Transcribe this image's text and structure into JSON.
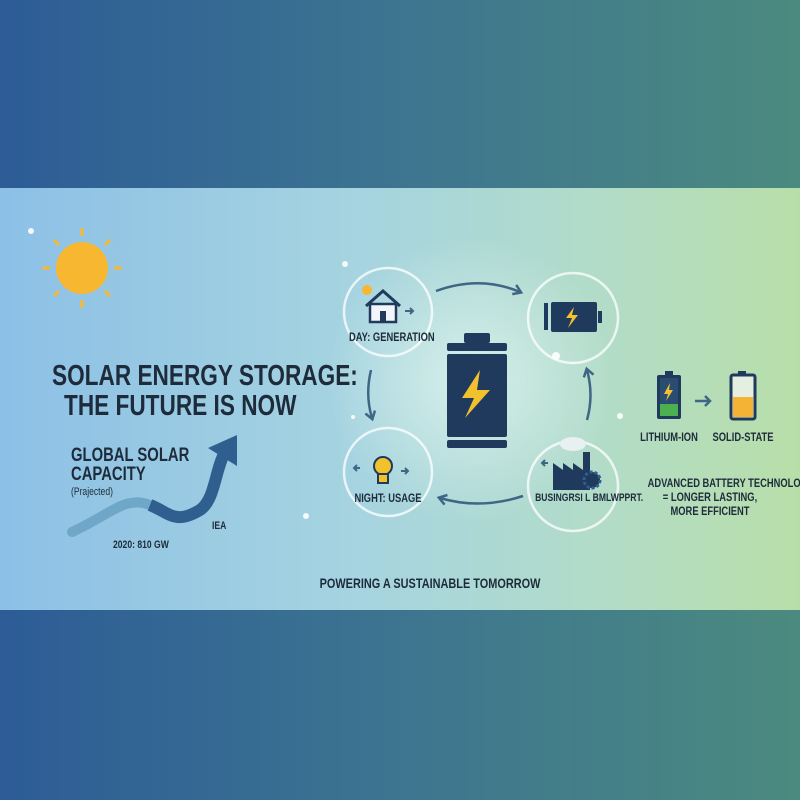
{
  "title": {
    "line1": "SOLAR ENERGY STORAGE:",
    "line2": "THE FUTURE IS NOW"
  },
  "capacity": {
    "line1": "GLOBAL SOLAR",
    "line2": "CAPACITY",
    "note": "(Prajected)",
    "stat": "2020: 810 GW",
    "source_logo": "IEA"
  },
  "cycle": {
    "day_label": "DAY: GENERATION",
    "night_label": "NIGHT: USAGE",
    "business_label": "BUSINGRSI L BMLWPPRT."
  },
  "batteries": {
    "from": "LITHIUM-ION",
    "to": "SOLID-STATE"
  },
  "tagline": {
    "line1": "ADVANCED BATTERY TECHNOLOGY",
    "line2": "= LONGER LASTING,",
    "line3": "MORE EFFICIENT"
  },
  "footer": "POWERING A SUSTAINABLE TOMORROW",
  "colors": {
    "navy": "#1f3a5c",
    "sun": "#f7b731",
    "bolt": "#f2c12e",
    "green": "#4caf50"
  }
}
